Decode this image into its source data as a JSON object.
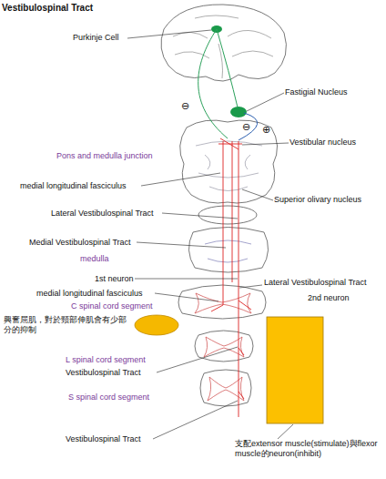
{
  "diagram": {
    "title": "Vestibulospinal Tract",
    "labels": [
      "Purkinje Cell",
      "Fastigial Nucleus",
      "⊖",
      "⊖",
      "⊕",
      "Vestibular nucleus",
      "Pons and medulla junction",
      "medial longitudinal fasciculus",
      "Superior olivary nucleus",
      "Lateral Vestibulospinal Tract",
      "Medial Vestibulospinal Tract",
      "medulla",
      "1st neuron",
      "Lateral Vestibulospinal Tract",
      "medial longitudinal fasciculus",
      "2nd neuron",
      "C spinal cord segment",
      "興奮屈肌，對於頸部伸肌會有少部分的抑制",
      "L spinal cord segment",
      "Vestibulospinal Tract",
      "S spinal cord segment",
      "Vestibulospinal Tract",
      "支配extensor muscle(stimulate)與flexor muscle的neuron(inhibit)"
    ]
  }
}
